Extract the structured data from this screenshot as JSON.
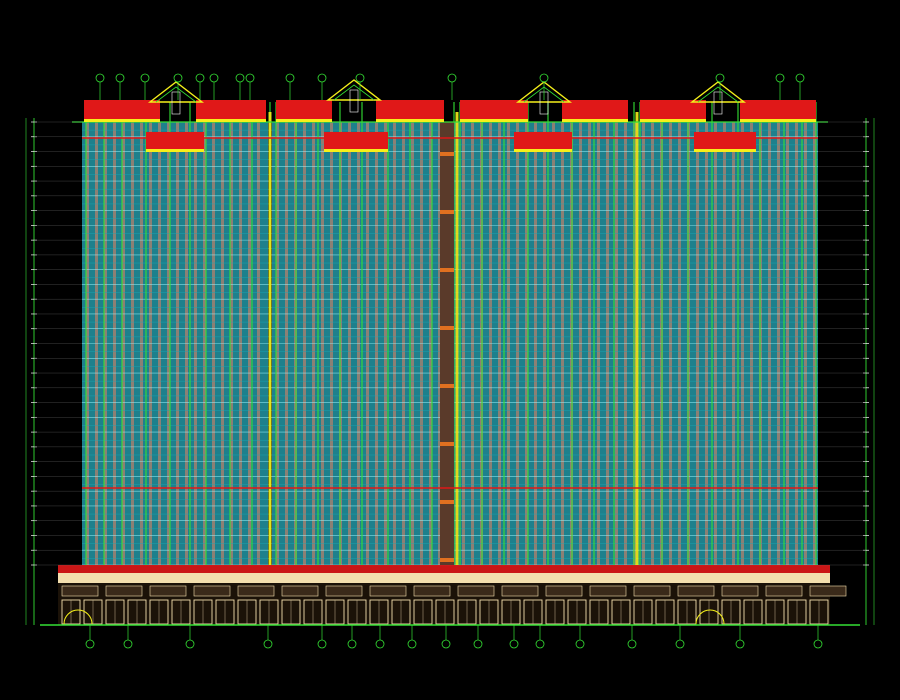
{
  "drawing": {
    "caption": "",
    "colors": {
      "background": "#000000",
      "facade_cyan": "#2fd6e6",
      "column_tan": "#a08070",
      "frame_green": "#34e034",
      "roof_red": "#e01818",
      "roof_yellow": "#f5f01a",
      "base_cream": "#f3dfae",
      "dim_white": "#ffffff"
    },
    "elements": {
      "towers": [
        "tower-1",
        "tower-2",
        "tower-3",
        "tower-4"
      ],
      "floors_per_tower": 30,
      "has_podium": true,
      "has_dimension_rails": true
    }
  }
}
